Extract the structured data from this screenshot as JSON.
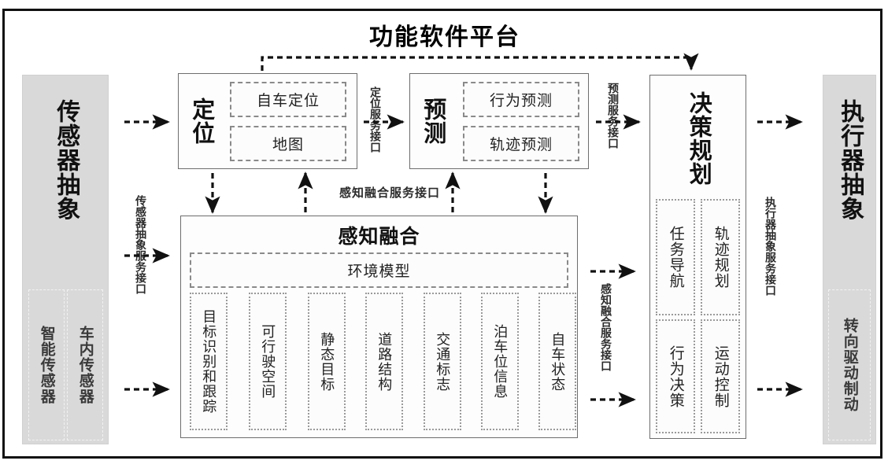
{
  "platform": {
    "title": "功能软件平台"
  },
  "left_abstraction": {
    "title": "传感器抽象",
    "sub_items": [
      {
        "label": "智能传感器"
      },
      {
        "label": "车内传感器"
      }
    ]
  },
  "right_abstraction": {
    "title": "执行器抽象",
    "sub_items": [
      {
        "label": "转向驱动制动"
      }
    ]
  },
  "modules": {
    "localization": {
      "title": "定位",
      "items": [
        {
          "label": "自车定位"
        },
        {
          "label": "地图"
        }
      ]
    },
    "prediction": {
      "title": "预测",
      "items": [
        {
          "label": "行为预测"
        },
        {
          "label": "轨迹预测"
        }
      ]
    },
    "planning": {
      "title": "决策规划",
      "items": [
        {
          "label": "任务导航"
        },
        {
          "label": "轨迹规划"
        },
        {
          "label": "行为决策"
        },
        {
          "label": "运动控制"
        }
      ]
    },
    "fusion": {
      "title": "感知融合",
      "env_model": "环境模型",
      "items": [
        {
          "label": "目标识别和跟踪"
        },
        {
          "label": "可行驶空间"
        },
        {
          "label": "静态目标"
        },
        {
          "label": "道路结构"
        },
        {
          "label": "交通标志"
        },
        {
          "label": "泊车位信息"
        },
        {
          "label": "自车状态"
        }
      ]
    }
  },
  "interfaces": {
    "sensor_abstraction_service": "传感器抽象服务接口",
    "localization_service": "定位服务接口",
    "prediction_service": "预测服务接口",
    "actuator_abstraction_service": "执行器抽象服务接口",
    "fusion_service_h": "感知融合服务接口",
    "fusion_service_v": "感知融合服务接口"
  },
  "colors": {
    "frame": "#111111",
    "gray_bar": "#d9d9d9",
    "module_border": "#6d6d6d",
    "dashed_border": "#8a8a8a",
    "text": "#111111"
  }
}
